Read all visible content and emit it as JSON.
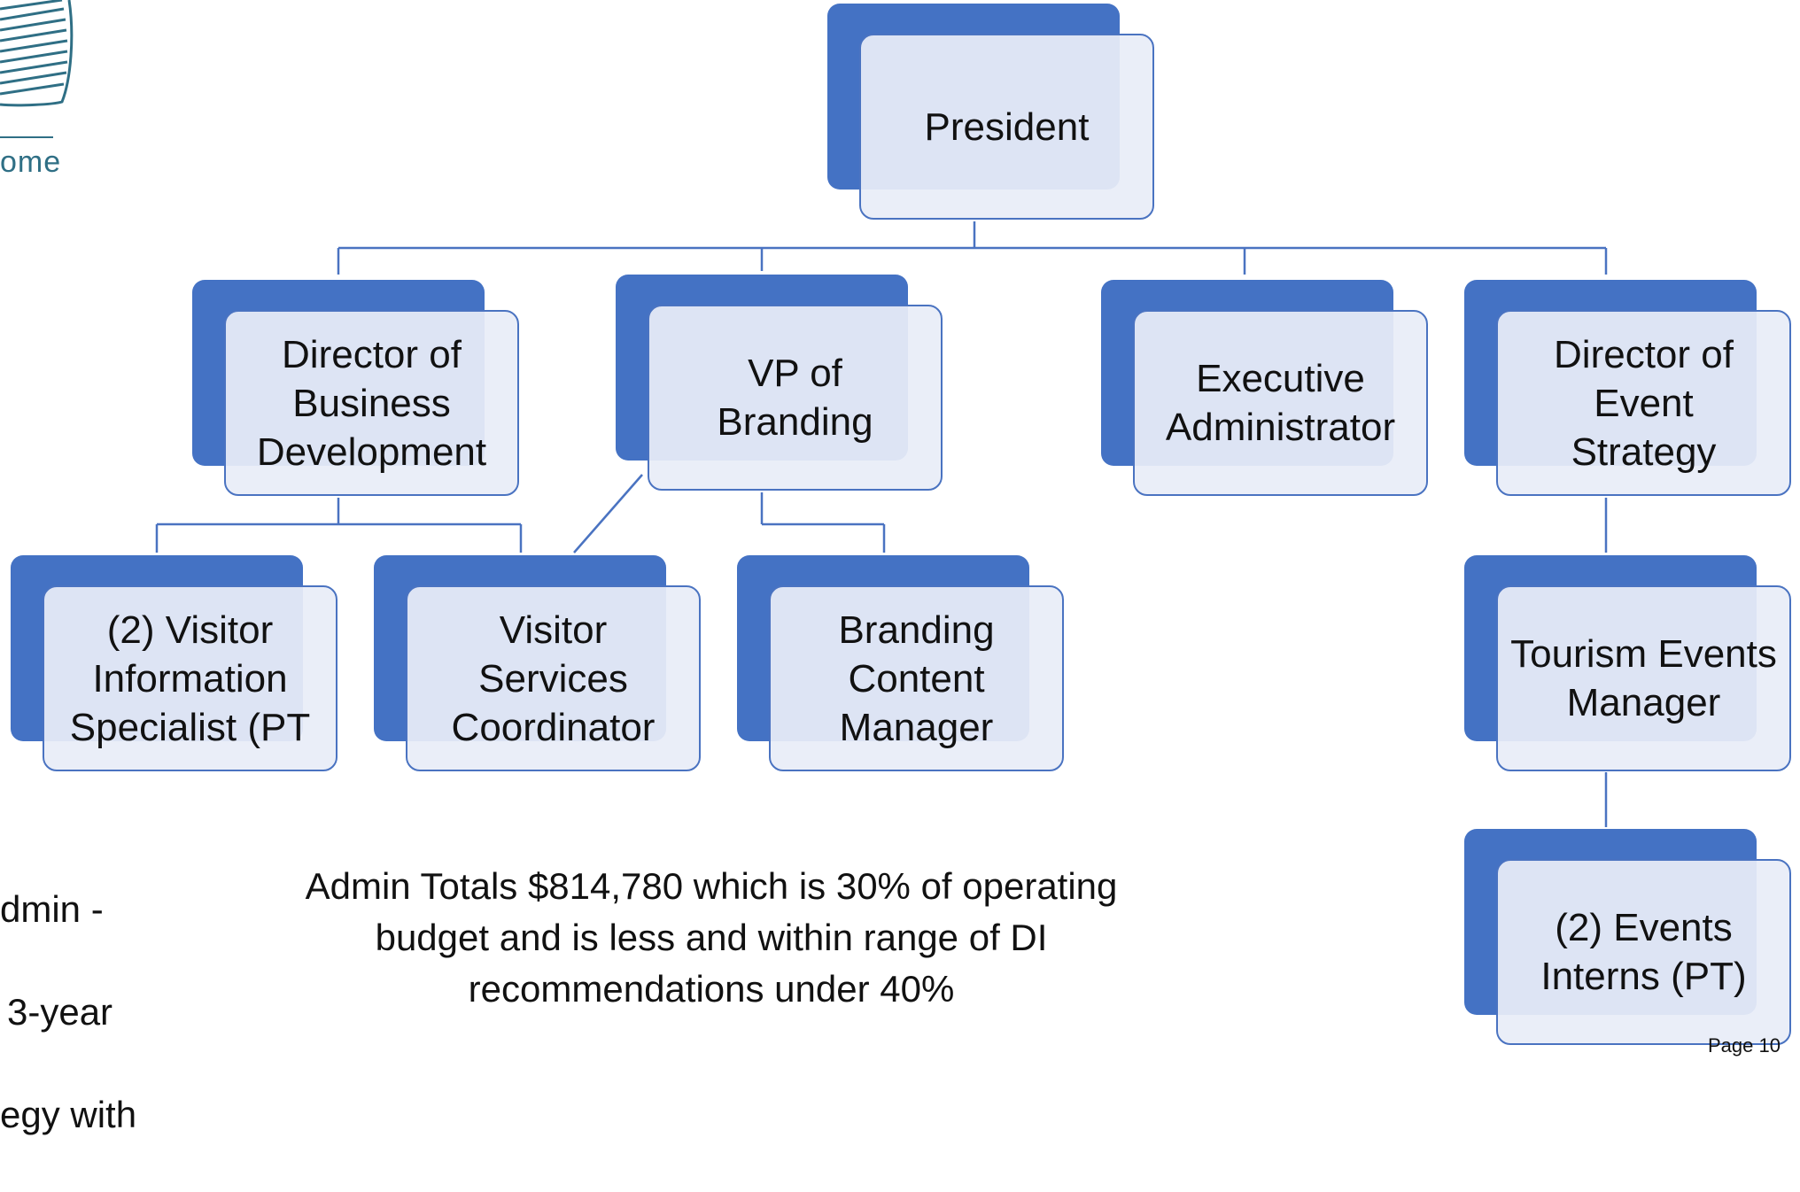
{
  "logo": {
    "text": "ome"
  },
  "nodes": {
    "president": "President",
    "director_business": "Director of Business Development",
    "vp_branding": "VP of Branding",
    "exec_admin": "Executive Administrator",
    "director_event": "Director of Event Strategy",
    "visitor_info": "(2) Visitor Information Specialist (PT",
    "visitor_services": "Visitor Services Coordinator",
    "branding_content": "Branding Content Manager",
    "tourism_events": "Tourism Events Manager",
    "events_interns": "(2) Events Interns (PT)"
  },
  "left_text": {
    "line1": "dmin -",
    "line2": "3-year",
    "line3": "egy with"
  },
  "admin_totals": "Admin Totals $814,780 which is 30% of operating budget and is less and within range of DI recommendations under 40%",
  "page_number": "Page 10"
}
